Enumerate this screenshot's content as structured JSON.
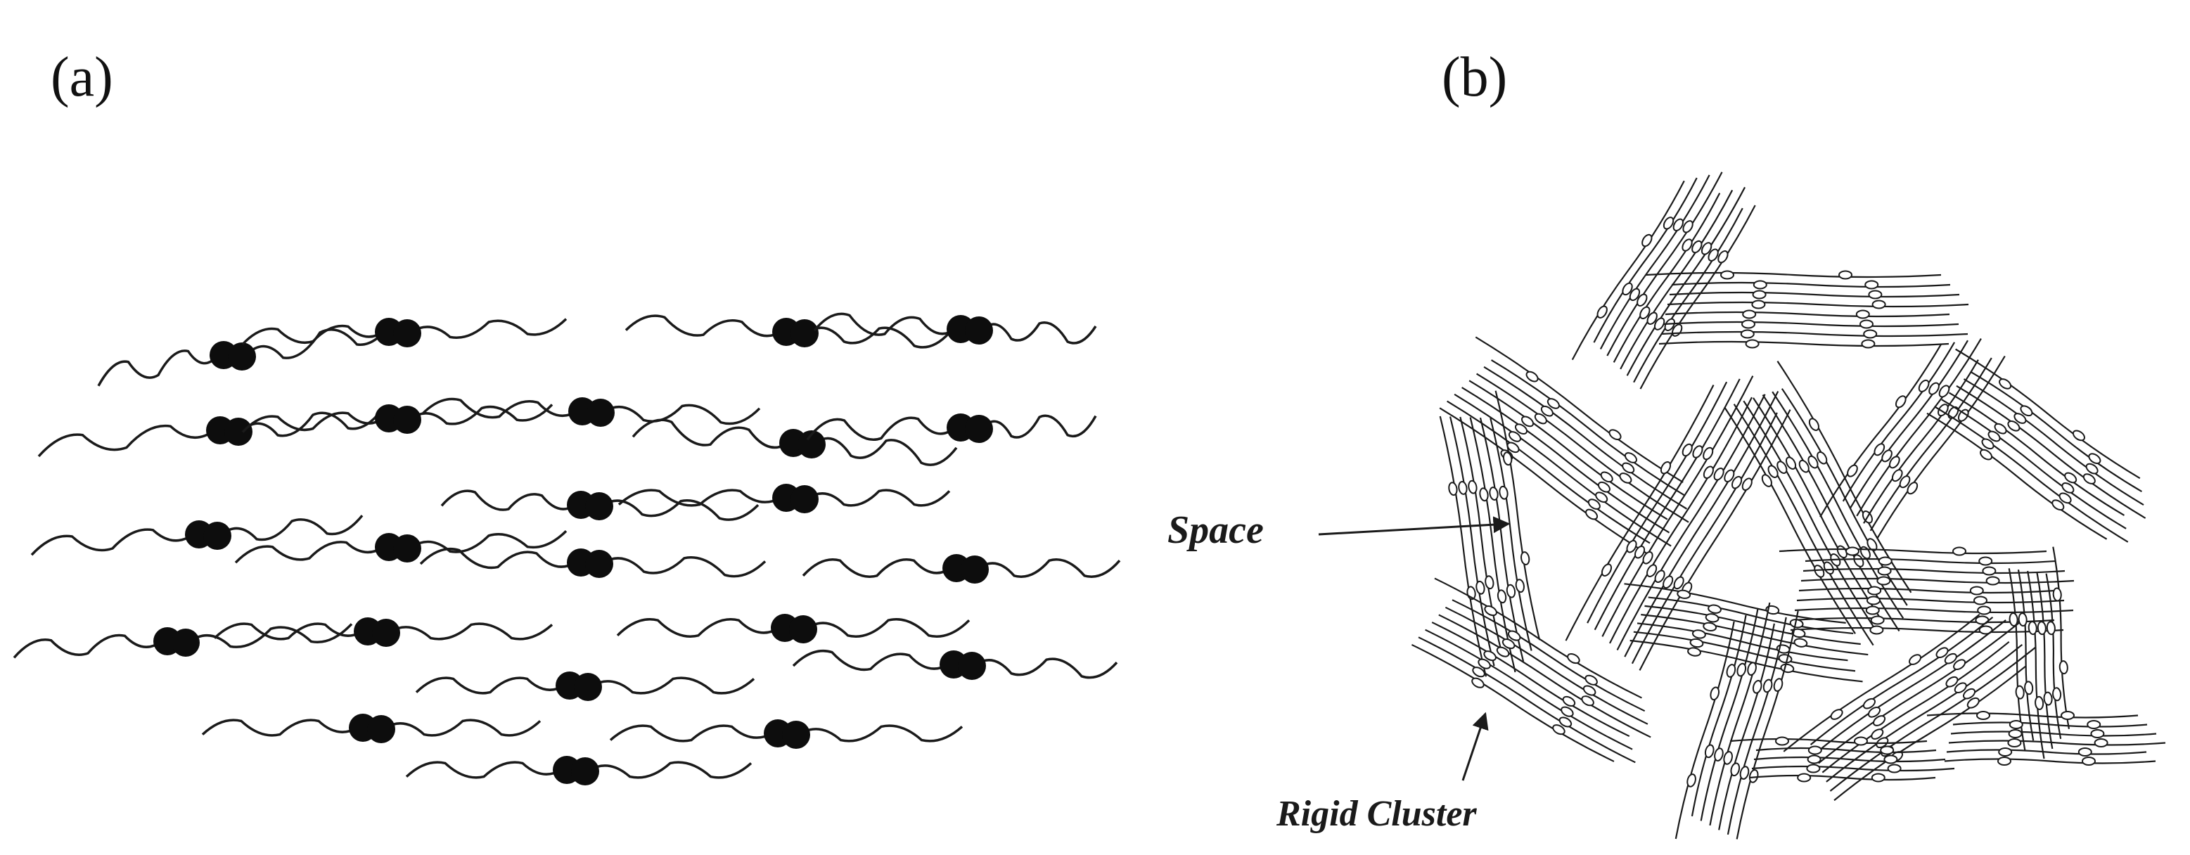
{
  "panels": {
    "a": {
      "label": "(a)"
    },
    "b": {
      "label": "(b)"
    }
  },
  "annotations": {
    "space": "Space",
    "rigid_cluster": "Rigid Cluster"
  },
  "colors": {
    "background": "#ffffff",
    "ink": "#1a1a1a",
    "molecule_head": "#0d0d0d"
  },
  "icons": {
    "molecule_head": "double-sphere",
    "molecule_tail": "wavy-line",
    "pointer": "arrow"
  }
}
